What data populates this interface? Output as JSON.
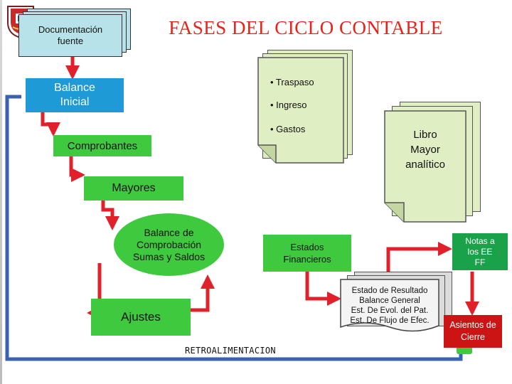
{
  "title": "FASES DEL CICLO CONTABLE",
  "nodes": {
    "documentacion": "Documentación fuente",
    "balance_inicial": "Balance Inicial",
    "comprobantes": "Comprobantes",
    "mayores": "Mayores",
    "balance_comprobacion": "Balance de Comprobación Sumas y Saldos",
    "ajustes": "Ajustes",
    "estados_financieros": "Estados Financieros",
    "libro_mayor": "Libro Mayor analítico",
    "notas": "Notas a los EE FF",
    "asientos_cierre": "Asientos de Cierre",
    "retroalimentacion": "RETROALIMENTACION"
  },
  "operations": [
    "• Traspaso",
    "• Ingreso",
    "• Gastos"
  ],
  "statements": [
    "Estado de Resultado",
    "Balance General",
    "Est. De Evol. del Pat.",
    "Est. De Flujo de Efec."
  ],
  "colors": {
    "title": "#e8231a",
    "arrows": "#e0202a",
    "feedback_line": "#3a62b0",
    "blue_box": "#1e9ad6",
    "green_box": "#3ec93e",
    "sheet": "#dfeec3",
    "doc": "#b7e2ea",
    "notes_box": "#1aa24a",
    "close_box": "#cc1414"
  }
}
